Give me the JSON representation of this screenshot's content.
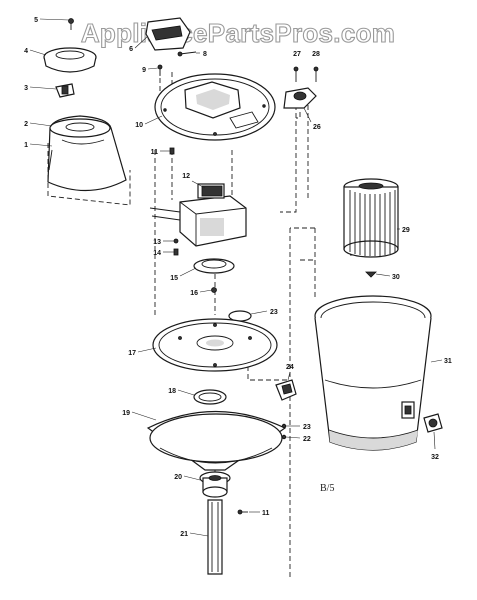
{
  "watermark": "AppliancePartsPros.com",
  "diagram_code": "B/5",
  "callouts": {
    "p1": "1",
    "p2": "2",
    "p3": "3",
    "p4": "4",
    "p5": "5",
    "p6": "6",
    "p8": "8",
    "p9": "9",
    "p10": "10",
    "p11a": "11",
    "p11b": "11",
    "p12": "12",
    "p13": "13",
    "p14": "14",
    "p15": "15",
    "p16": "16",
    "p17": "17",
    "p18": "18",
    "p19": "19",
    "p20": "20",
    "p21": "21",
    "p22": "22",
    "p23a": "23",
    "p23b": "23",
    "p24": "24",
    "p26": "26",
    "p27": "27",
    "p28": "28",
    "p29": "29",
    "p30": "30",
    "p31": "31",
    "p32": "32"
  }
}
